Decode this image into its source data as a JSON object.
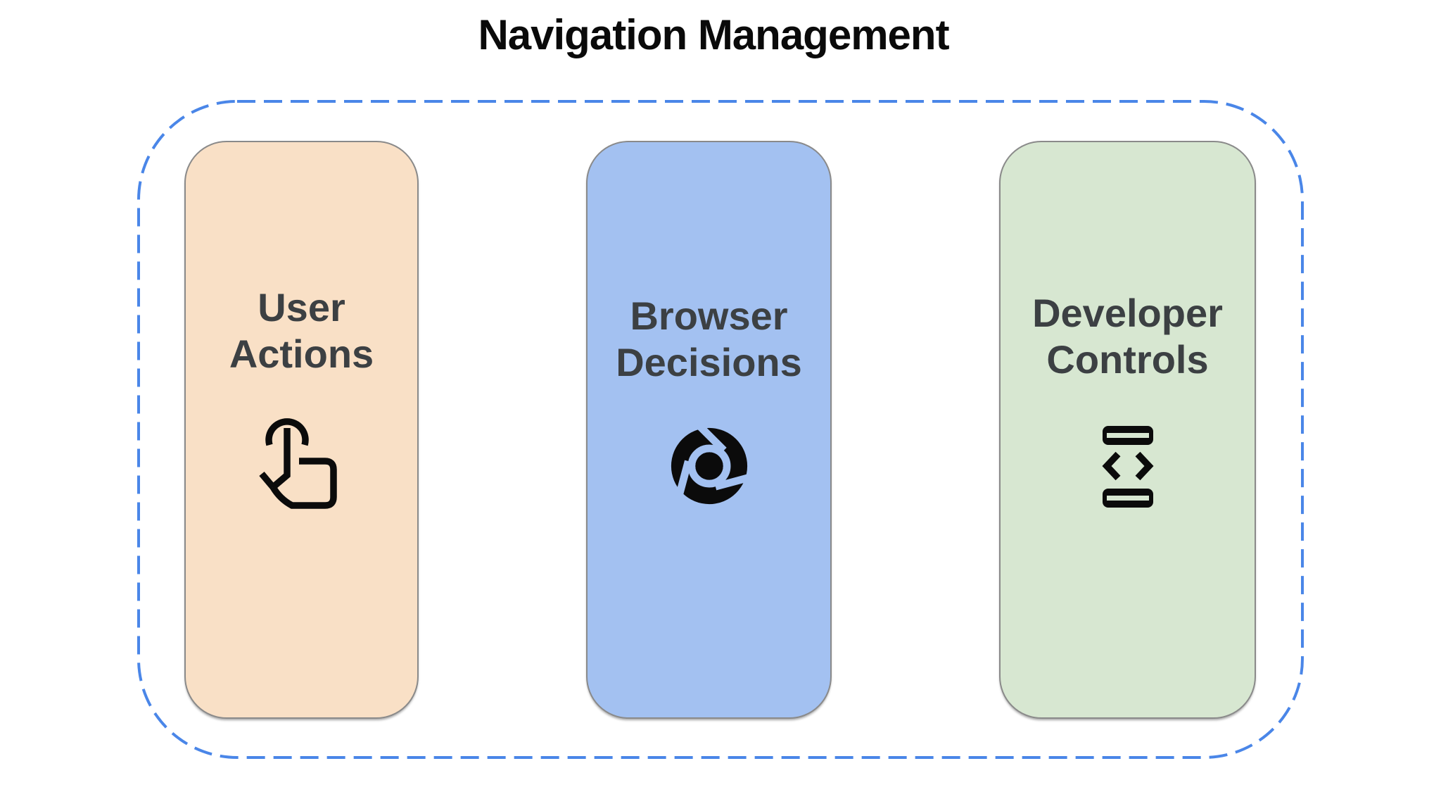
{
  "title": "Navigation Management",
  "colors": {
    "background": "#FFFFFF",
    "dashed_border": "#4A86E8",
    "icon_black": "#0B0B0B",
    "label_text": "#3C4043",
    "card_outline": "#8A8A8A"
  },
  "container": {
    "border_style": "dashed",
    "description": "dashed rounded-rectangle grouping border"
  },
  "cards": [
    {
      "label": "User Actions",
      "icon": "touch-gesture-icon",
      "bg": "#F9E0C6"
    },
    {
      "label": "Browser Decisions",
      "icon": "chrome-browser-icon",
      "bg": "#A3C1F1"
    },
    {
      "label": "Developer Controls",
      "icon": "developer-mode-icon",
      "bg": "#D7E7D1"
    }
  ]
}
